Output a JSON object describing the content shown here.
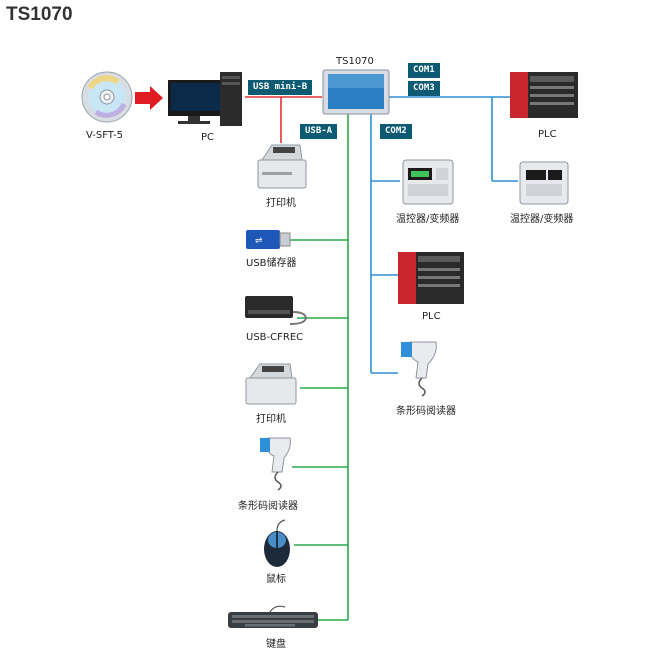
{
  "title": "TS1070",
  "labels": {
    "software": "V-SFT-5",
    "pc": "PC",
    "hmi": "TS1070",
    "printer_pc": "打印机",
    "usb_storage": "USB储存器",
    "usb_cfrec": "USB-CFREC",
    "printer_usb": "打印机",
    "barcode_usb": "条形码阅读器",
    "mouse": "鼠标",
    "keyboard": "键盘",
    "plc_com1": "PLC",
    "temp_com1": "温控器/变频器",
    "temp_com2": "温控器/变频器",
    "plc_com2": "PLC",
    "barcode_com2": "条形码阅读器"
  },
  "tags": {
    "usb_mini_b": "USB mini-B",
    "usb_a": "USB-A",
    "com1": "COM1",
    "com3": "COM3",
    "com2": "COM2"
  },
  "colors": {
    "usb_mini_b_line": "#e03030",
    "usb_a_line": "#2aa84a",
    "com_line": "#2d8fd6",
    "tag_bg": "#0d5b73",
    "arrow": "#e01b22"
  }
}
